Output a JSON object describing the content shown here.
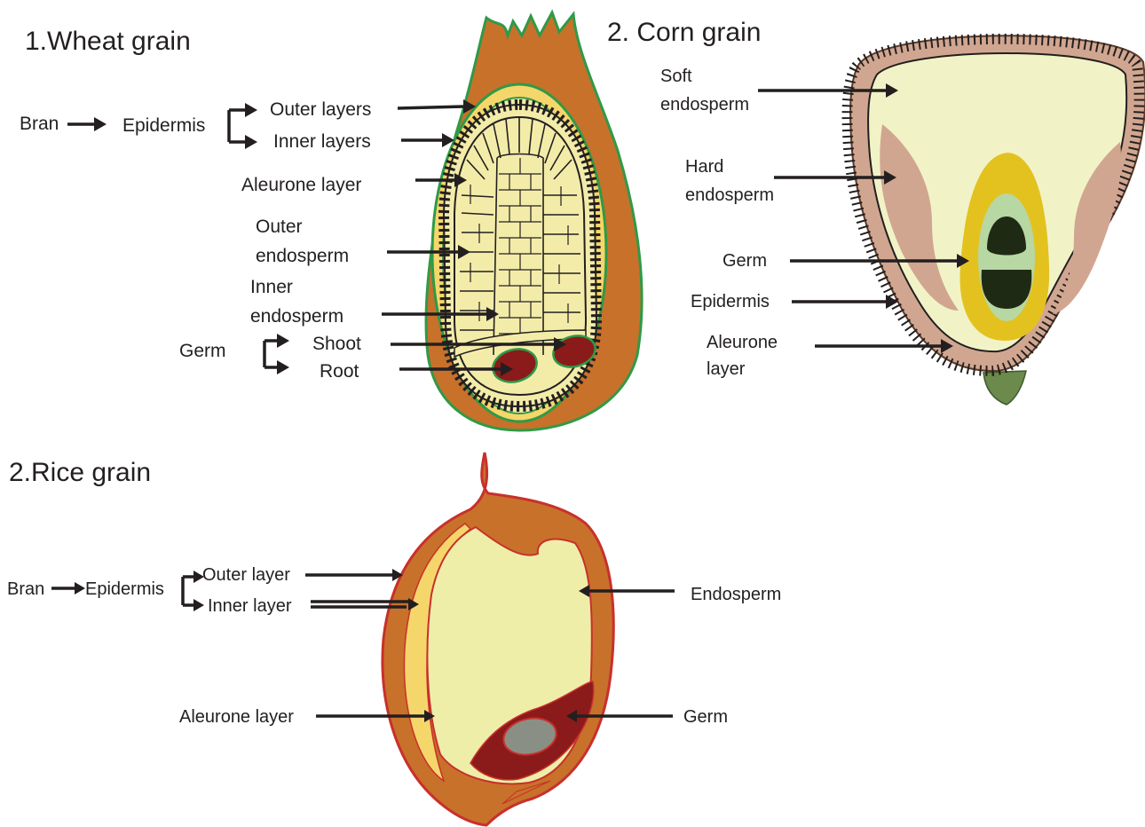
{
  "wheat": {
    "title": "1.Wheat grain",
    "bran": "Bran",
    "epidermis": "Epidermis",
    "outer_layers": "Outer layers",
    "inner_layers": "Inner layers",
    "aleurone": "Aleurone layer",
    "outer_endosperm_1": "Outer",
    "outer_endosperm_2": "endosperm",
    "inner_endosperm_1": "Inner",
    "inner_endosperm_2": "endosperm",
    "germ": "Germ",
    "shoot": "Shoot",
    "root": "Root"
  },
  "corn": {
    "title": "2. Corn grain",
    "soft_1": "Soft",
    "soft_2": "endosperm",
    "hard_1": "Hard",
    "hard_2": "endosperm",
    "germ": "Germ",
    "epidermis": "Epidermis",
    "aleurone_1": "Aleurone",
    "aleurone_2": "layer"
  },
  "rice": {
    "title": "2.Rice grain",
    "bran": "Bran",
    "epidermis": "Epidermis",
    "outer_layer": "Outer layer",
    "inner_layer": "Inner layer",
    "endosperm": "Endosperm",
    "aleurone": "Aleurone layer",
    "germ": "Germ"
  },
  "colors": {
    "bran_orange": "#c8712a",
    "outline_green": "#2e9a48",
    "endosperm_cream": "#f3eca9",
    "aleurone_yellow": "#f5d66a",
    "germ_red": "#8b1a1a",
    "corn_hull": "#d1a690",
    "corn_soft": "#f1f3c7",
    "corn_germ_yellow": "#e3c21f",
    "corn_germ_green": "#b7d7a3",
    "corn_germ_dark": "#1f2a14",
    "corn_tip": "#6b8a4b",
    "rice_outline": "#c8302c",
    "rice_grey": "#8a8f86"
  }
}
